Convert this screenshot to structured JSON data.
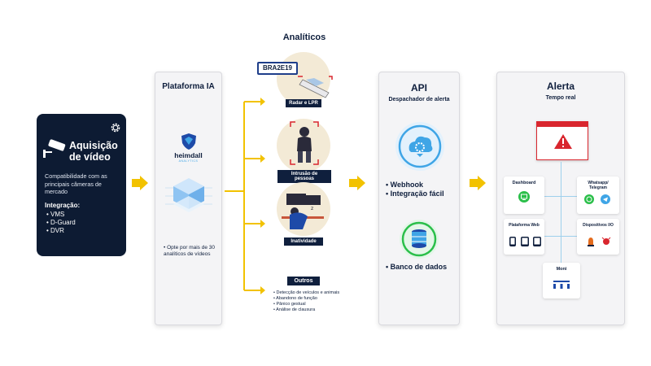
{
  "acquisition": {
    "title": "Aquisição de vídeo",
    "compat": "Compatibilidade com as principais câmeras de mercado",
    "integration_label": "Integração:",
    "integrations": [
      "VMS",
      "D-Guard",
      "DVR"
    ]
  },
  "platform": {
    "title": "Plataforma IA",
    "brand": "heimdall",
    "brand_sub": "ANALYTICS",
    "note": "Opte por mais de 30 analíticos de vídeos"
  },
  "analytics": {
    "title": "Analíticos",
    "plate": "BRA2E19",
    "items": [
      "Radar e LPR",
      "Intrusão de pessoas",
      "Inatividade"
    ],
    "others_label": "Outros",
    "others": [
      "Detecção de veículos e animais",
      "Abandono de função",
      "Pânico gestual",
      "Análise de clausura"
    ]
  },
  "api": {
    "title": "API",
    "subtitle": "Despachador de alerta",
    "items": [
      "Webhook",
      "Integração fácil"
    ],
    "db": "Banco de dados"
  },
  "alert": {
    "title": "Alerta",
    "subtitle": "Tempo real",
    "channels": [
      "Dashboard",
      "Whatsapp/ Telegram",
      "Plataforma Web",
      "Dispositivos I/O",
      "Moni"
    ]
  },
  "colors": {
    "navy": "#0f1f3d",
    "yellow": "#f2c200",
    "blue": "#3fa5e6",
    "green": "#2bbf4a",
    "red": "#d9262e"
  }
}
